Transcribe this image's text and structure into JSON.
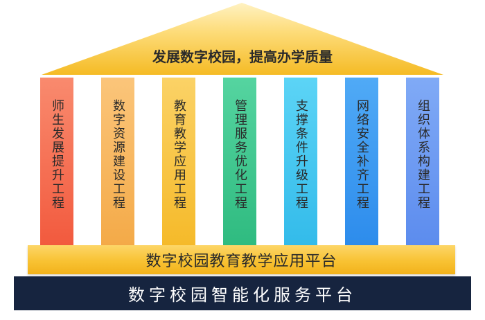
{
  "roof": {
    "title": "发展数字校园，提高办学质量",
    "color_top": "#fee9a3",
    "color_bottom": "#f5bf2c"
  },
  "pillars": [
    {
      "label": "师生发展提升工程",
      "color": "#f46a4e"
    },
    {
      "label": "数字资源建设工程",
      "color": "#f6b55c"
    },
    {
      "label": "教育教学应用工程",
      "color": "#f8c43e"
    },
    {
      "label": "管理服务优化工程",
      "color": "#3fc68e"
    },
    {
      "label": "支撑条件升级工程",
      "color": "#45c6f0"
    },
    {
      "label": "网络安全补齐工程",
      "color": "#3b9af0"
    },
    {
      "label": "组织体系构建工程",
      "color": "#6b9cf2"
    }
  ],
  "platform_top": {
    "label": "数字校园教育教学应用平台",
    "color": "#f8c233"
  },
  "platform_bottom": {
    "label": "数字校园智能化服务平台",
    "color": "#16243f"
  }
}
